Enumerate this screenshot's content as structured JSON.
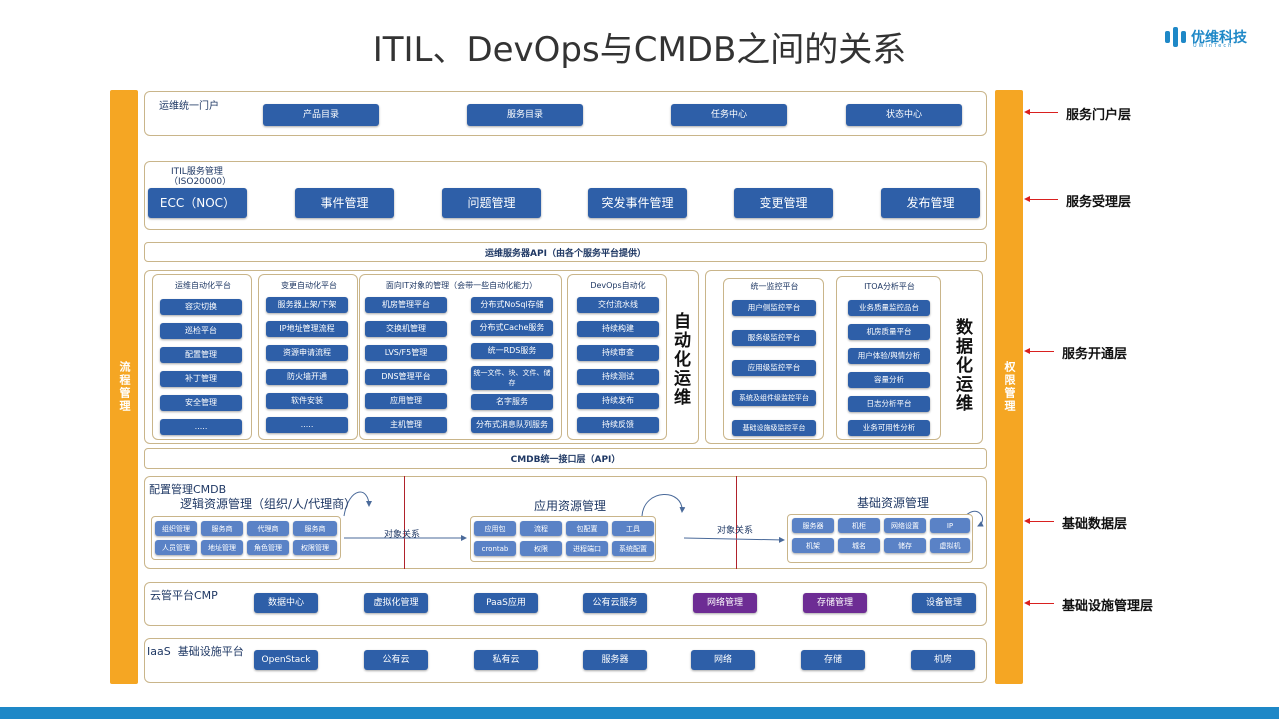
{
  "title": "ITIL、DevOps与CMDB之间的关系",
  "logo": {
    "name": "优维科技",
    "sub": "UWinTech"
  },
  "sidebars": {
    "left": "流程管理",
    "right": "权限管理"
  },
  "layers": [
    "服务门户层",
    "服务受理层",
    "服务开通层",
    "基础数据层",
    "基础设施管理层"
  ],
  "portal": {
    "label": "运维统一门户",
    "items": [
      "产品目录",
      "服务目录",
      "任务中心",
      "状态中心"
    ]
  },
  "itil": {
    "label1": "ITIL服务管理",
    "label2": "（ISO20000）",
    "items": [
      "ECC（NOC）",
      "事件管理",
      "问题管理",
      "突发事件管理",
      "变更管理",
      "发布管理"
    ]
  },
  "api_bar": "运维服务器API（由各个服务平台提供）",
  "auto": {
    "vertical": "自动化运维",
    "ops": {
      "title": "运维自动化平台",
      "items": [
        "容灾切换",
        "巡检平台",
        "配置管理",
        "补丁管理",
        "安全管理",
        "....."
      ]
    },
    "change": {
      "title": "变更自动化平台",
      "items": [
        "服务器上架/下架",
        "IP地址管理流程",
        "资源申请流程",
        "防火墙开通",
        "软件安装",
        "....."
      ]
    },
    "it": {
      "title": "面向IT对象的管理（会带一些自动化能力）",
      "left": [
        "机房管理平台",
        "交换机管理",
        "LVS/F5管理",
        "DNS管理平台",
        "应用管理",
        "主机管理"
      ],
      "right": [
        "分布式NoSql存储",
        "分布式Cache服务",
        "统一RDS服务",
        "统一文件、块、文件、储存",
        "名字服务",
        "分布式消息队列服务"
      ]
    },
    "devops": {
      "title": "DevOps自动化",
      "items": [
        "交付流水线",
        "持续构建",
        "持续审查",
        "持续测试",
        "持续发布",
        "持续反馈"
      ]
    }
  },
  "data": {
    "vertical": "数据化运维",
    "monitor": {
      "title": "统一监控平台",
      "items": [
        "用户侧监控平台",
        "服务级监控平台",
        "应用级监控平台",
        "系统及组件级监控平台",
        "基础设施级监控平台"
      ]
    },
    "itoa": {
      "title": "ITOA分析平台",
      "items": [
        "业务质量监控品台",
        "机房质量平台",
        "用户体验/舆情分析",
        "容量分析",
        "日志分析平台",
        "业务可用性分析"
      ]
    }
  },
  "cmdb_bar": "CMDB统一接口层（API）",
  "cmdb": {
    "label": "配置管理CMDB",
    "logic": {
      "title": "逻辑资源管理（组织/人/代理商）",
      "items": [
        "组织管理",
        "服务商",
        "代理商",
        "服务商",
        "人员管理",
        "地址管理",
        "角色管理",
        "权限管理"
      ]
    },
    "rel1": "对象关系",
    "app": {
      "title": "应用资源管理",
      "items": [
        "应用包",
        "流程",
        "包配置",
        "工具",
        "crontab",
        "权限",
        "进程端口",
        "系统配置"
      ]
    },
    "rel2": "对象关系",
    "infra": {
      "title": "基础资源管理",
      "items": [
        "服务器",
        "机柜",
        "网络设置",
        "IP",
        "机架",
        "城名",
        "储存",
        "虚拟机"
      ]
    }
  },
  "cmp": {
    "label": "云管平台CMP",
    "items": [
      "数据中心",
      "虚拟化管理",
      "PaaS应用",
      "公有云服务",
      "网络管理",
      "存储管理",
      "设备管理"
    ]
  },
  "iaas": {
    "label": "IaaS  基础设施平台",
    "items": [
      "OpenStack",
      "公有云",
      "私有云",
      "服务器",
      "网络",
      "存储",
      "机房"
    ]
  },
  "colors": {
    "accent": "#f5a623",
    "button": "#2e5fa8",
    "purple": "#6d2c94",
    "arrow": "#d9201f",
    "bottom": "#1e88c7"
  }
}
